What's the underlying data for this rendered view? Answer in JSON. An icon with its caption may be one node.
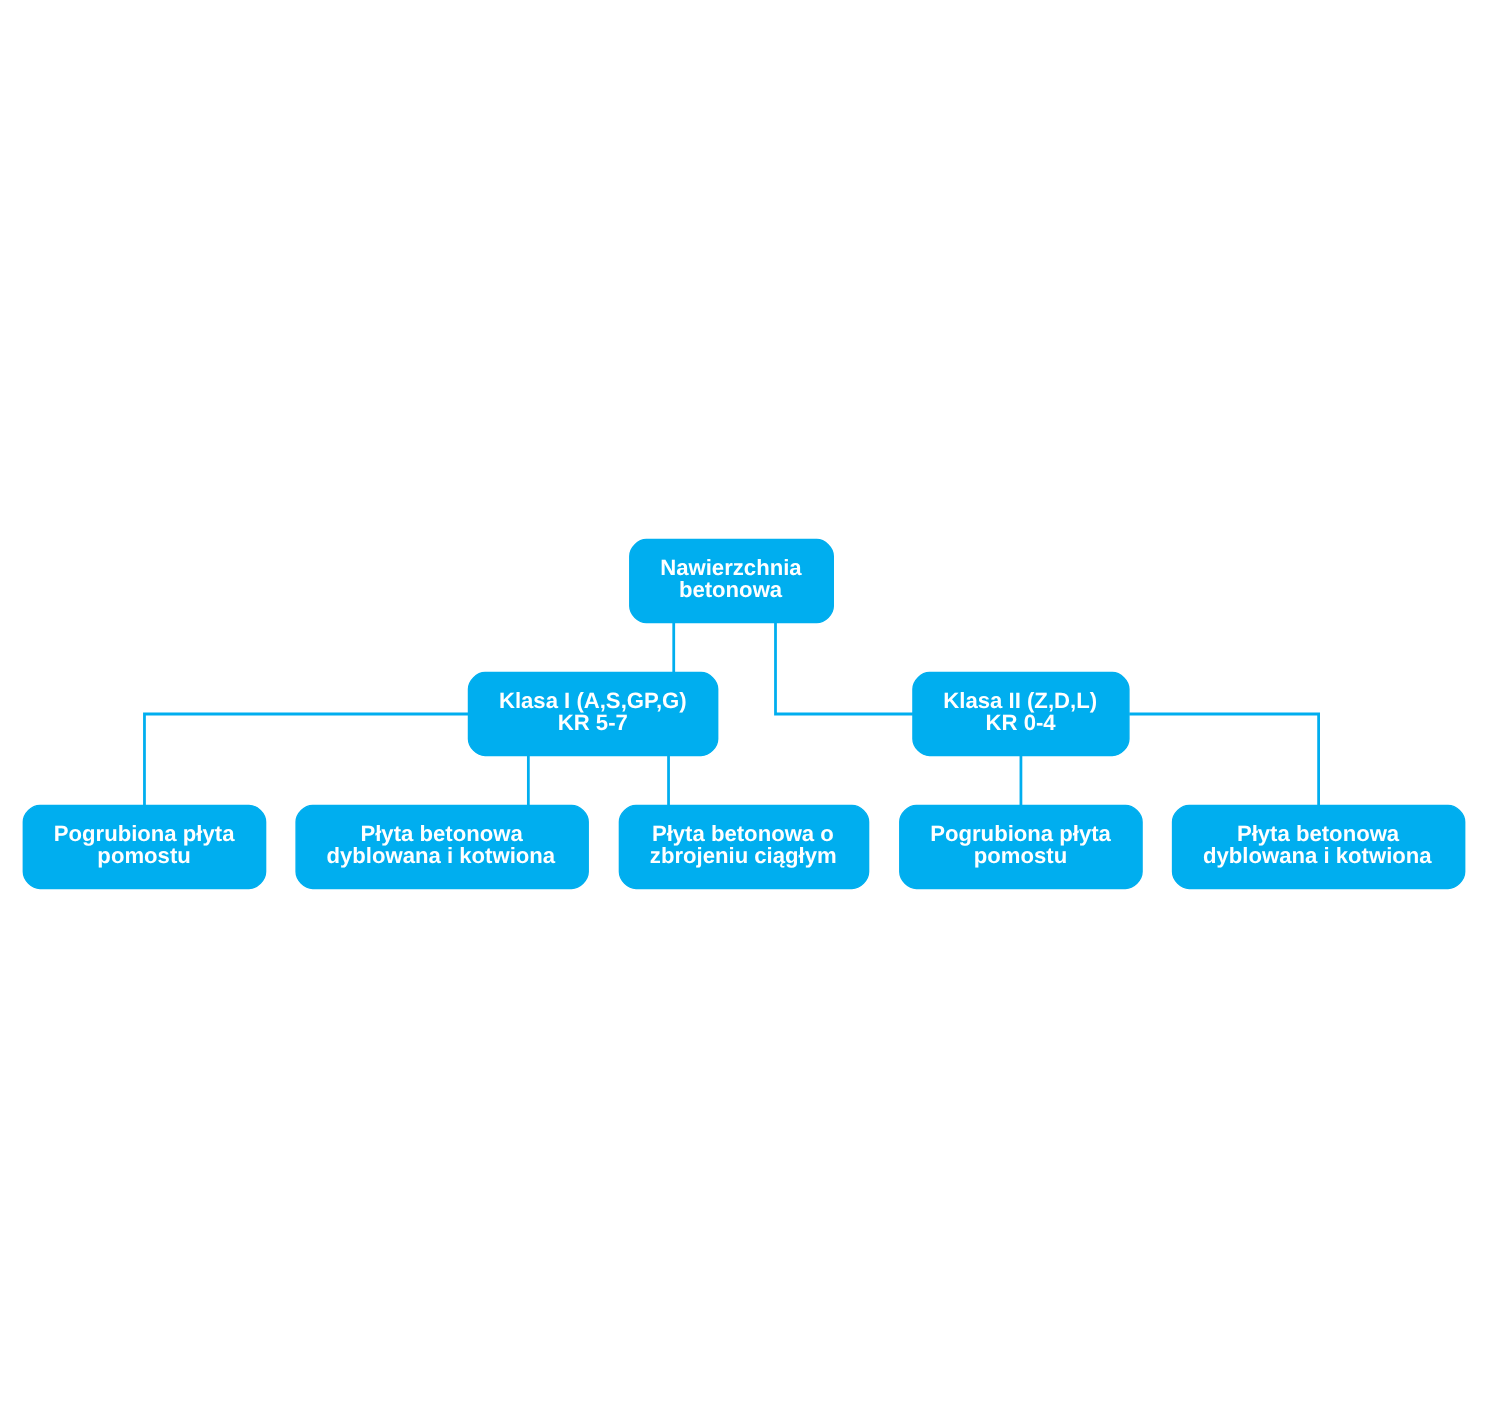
{
  "diagram": {
    "nodes": [
      {
        "text": [
          "Nawierzchnia betonowa"
        ]
      },
      {
        "text": [
          "Klasa I (A,S,GP,G)",
          "KR 5-7"
        ]
      },
      {
        "text": [
          "Klasa II (Z,D,L)",
          "KR 0-4"
        ]
      },
      {
        "text": [
          "Pogrubiona płyta pomostu"
        ]
      },
      {
        "text": [
          "Płyta betonowa dyblowana i kotwiona"
        ]
      },
      {
        "text": [
          "Płyta betonowa o zbrojeniu ciągłym"
        ]
      },
      {
        "text": [
          "Pogrubiona płyta pomostu"
        ]
      },
      {
        "text": [
          "Płyta betonowa dyblowana i kotwiona"
        ]
      }
    ],
    "edges": [
      {
        "from": 0,
        "to": 1,
        "arrow": "none"
      },
      {
        "from": 0,
        "to": 2,
        "arrow": "none"
      },
      {
        "from": 1,
        "to": 3,
        "arrow": "none"
      },
      {
        "from": 1,
        "to": 4,
        "arrow": "none"
      },
      {
        "from": 1,
        "to": 5,
        "arrow": "none"
      },
      {
        "from": 2,
        "to": 6,
        "arrow": "none"
      },
      {
        "from": 2,
        "to": 7,
        "arrow": "none"
      }
    ]
  }
}
